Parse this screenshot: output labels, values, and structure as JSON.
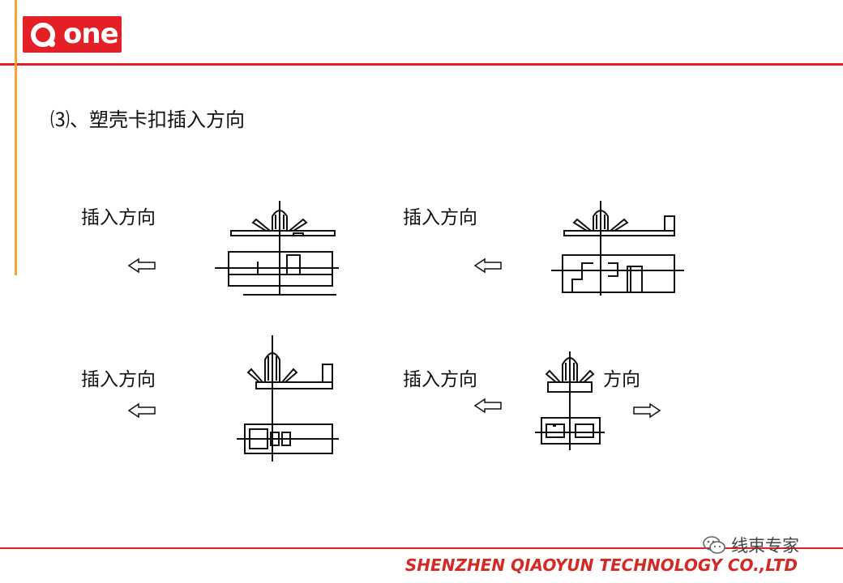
{
  "brand": {
    "logo_text": "one",
    "accent": "#e41f26",
    "side_accent": "#f2a531"
  },
  "heading": "⑶、塑壳卡扣插入方向",
  "diagrams": [
    {
      "label": "插入方向",
      "arrow": "left-arrow-icon"
    },
    {
      "label": "插入方向",
      "arrow": "left-arrow-icon"
    },
    {
      "label": "插入方向",
      "arrow": "left-arrow-icon"
    },
    {
      "label": "插入方向",
      "label_right": "方向",
      "arrow": "left-arrow-icon",
      "arrow_right": "right-arrow-icon"
    }
  ],
  "footer": {
    "company": "SHENZHEN QIAOYUN TECHNOLOGY CO.,LTD",
    "color": "#d42a25"
  },
  "watermark": {
    "text": "线束专家",
    "icon": "wechat-icon"
  }
}
